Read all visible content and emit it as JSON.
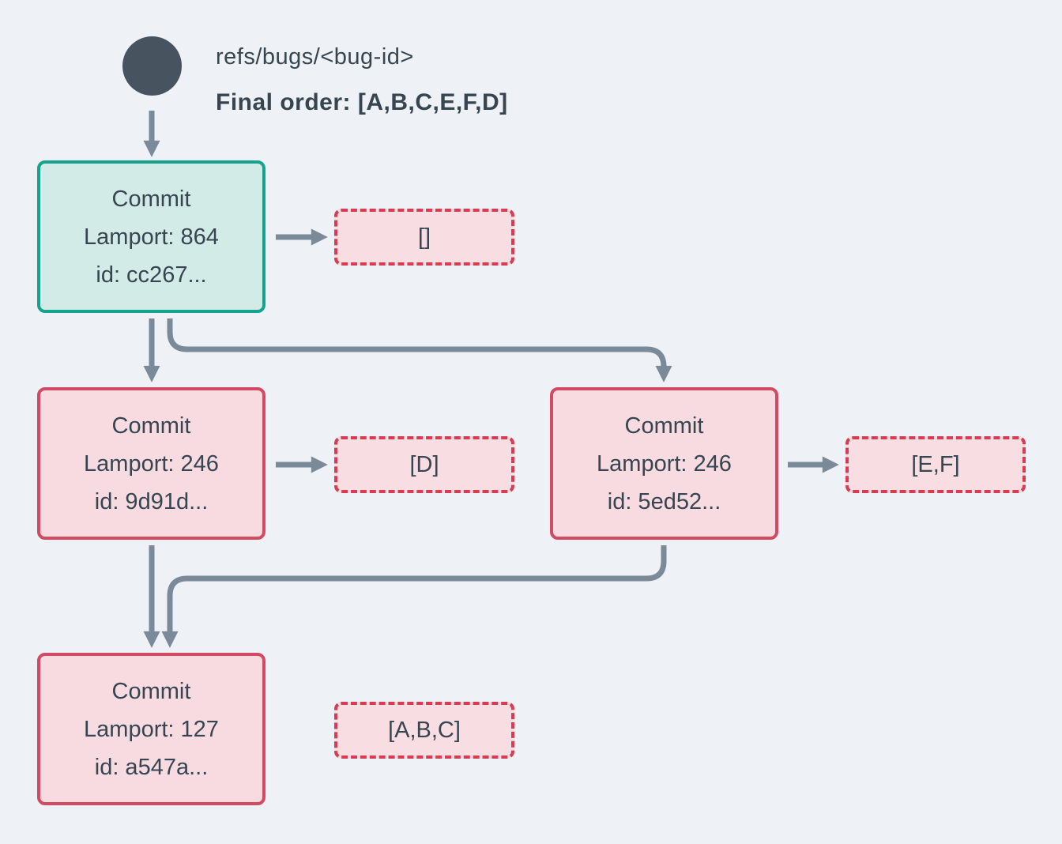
{
  "colors": {
    "background": "#eef1f5",
    "node_text": "#36454f",
    "circle": "#47545f",
    "teal_border": "#14a38e",
    "teal_fill": "#d2ebe7",
    "red_border": "#d24b63",
    "red_fill": "#f7dbe0",
    "dashed_border": "#d63c52",
    "dashed_fill": "#f8dee2",
    "arrow": "#7b8a98"
  },
  "header": {
    "ref_name": "refs/bugs/<bug-id>",
    "final_order": "Final order: [A,B,C,E,F,D]"
  },
  "commits": [
    {
      "title": "Commit",
      "lamport": "Lamport: 864",
      "commit_id": "id: cc267...",
      "log": "[]"
    },
    {
      "title": "Commit",
      "lamport": "Lamport: 246",
      "commit_id": "id: 9d91d...",
      "log": "[D]"
    },
    {
      "title": "Commit",
      "lamport": "Lamport: 246",
      "commit_id": "id: 5ed52...",
      "log": "[E,F]"
    },
    {
      "title": "Commit",
      "lamport": "Lamport: 127",
      "commit_id": "id: a547a...",
      "log": "[A,B,C]"
    }
  ]
}
